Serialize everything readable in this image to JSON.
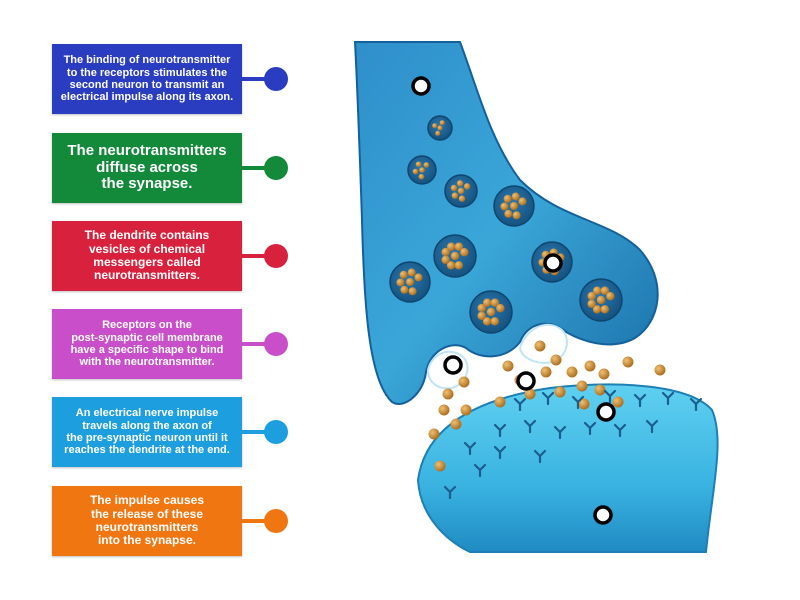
{
  "labels": [
    {
      "text": "The binding of neurotransmitter\nto the receptors stimulates the\nsecond neuron to transmit an\nelectrical impulse along its axon.",
      "color": "#2a3cbf"
    },
    {
      "text": "The neurotransmitters\ndiffuse across\nthe synapse.",
      "color": "#138a3a"
    },
    {
      "text": "The dendrite contains\nvesicles of chemical\nmessengers called\nneurotransmitters.",
      "color": "#d8213c"
    },
    {
      "text": "Receptors on the\npost-synaptic cell membrane\nhave a specific shape to bind\nwith the neurotransmitter.",
      "color": "#c84fc9"
    },
    {
      "text": "An electrical nerve impulse\ntravels along the axon of\nthe pre-synaptic neuron until it\nreaches the dendrite at the end.",
      "color": "#1d9ede"
    },
    {
      "text": "The impulse causes\nthe release of these\nneurotransmitters\ninto the synapse.",
      "color": "#f07611"
    }
  ],
  "colors": {
    "presynaptic_light": "#3aa6d8",
    "presynaptic_dark": "#1a6ea8",
    "postsynaptic_light": "#47c0e6",
    "postsynaptic_dark": "#1f8bc2",
    "vesicle": "#1c5f92",
    "neurotransmitter": "#c98a2e",
    "receptor": "#1b5d8c",
    "marker_ring": "#000000"
  }
}
